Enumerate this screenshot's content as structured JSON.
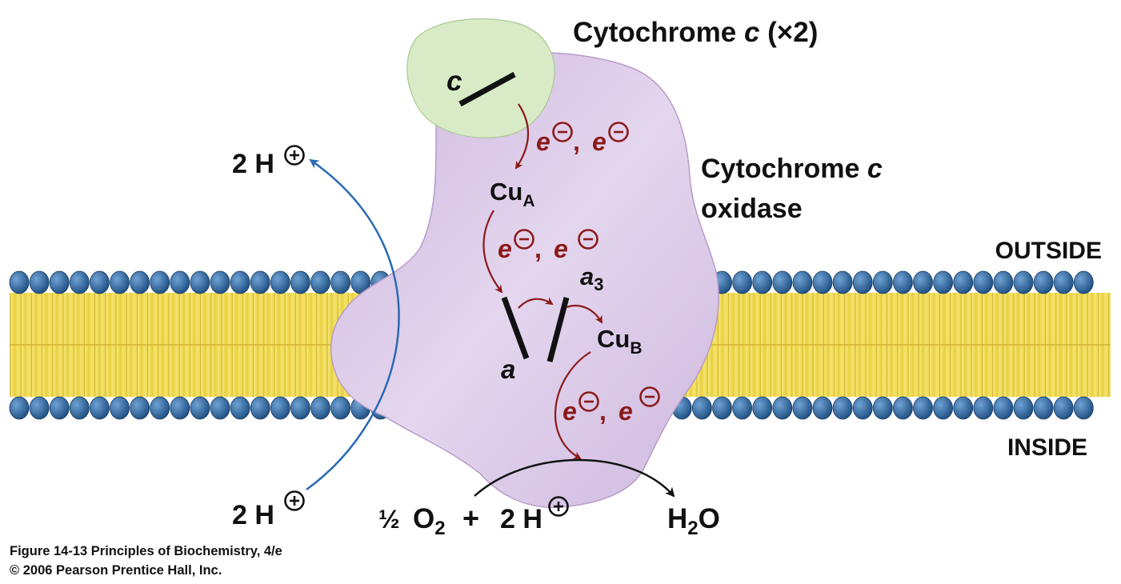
{
  "labels": {
    "cyt_c_title_main": "Cytochrome ",
    "cyt_c_title_italic": "c",
    "cyt_c_title_suffix": " (×2)",
    "cyt_c_letter": "c",
    "oxidase_line1_main": "Cytochrome ",
    "oxidase_line1_italic": "c",
    "oxidase_line2": "oxidase",
    "outside": "OUTSIDE",
    "inside": "INSIDE",
    "cua_main": "Cu",
    "cua_sub": "A",
    "cub_main": "Cu",
    "cub_sub": "B",
    "heme_a": "a",
    "heme_a3_main": "a",
    "heme_a3_sub": "3",
    "proton_top": "2 H",
    "proton_bottom": "2 H",
    "oxygen_half": "½",
    "oxygen_o": "O",
    "oxygen_sub": "2",
    "plus": "+",
    "proton_reactant": "2 H",
    "water_h": "H",
    "water_sub": "2",
    "water_o": "O",
    "electron": "e",
    "electron_sep": ", "
  },
  "caption": {
    "line1": "Figure 14-13  Principles of Biochemistry, 4/e",
    "line2": "© 2006 Pearson Prentice Hall, Inc."
  },
  "colors": {
    "membrane_head": "#2f6fa8",
    "membrane_tail": "#f3df5a",
    "oxidase_fill": "#dcc9e8",
    "cytc_fill": "#d8ebc6",
    "electron_arrow": "#8b1a1a",
    "proton_arrow": "#2a6bb5"
  }
}
